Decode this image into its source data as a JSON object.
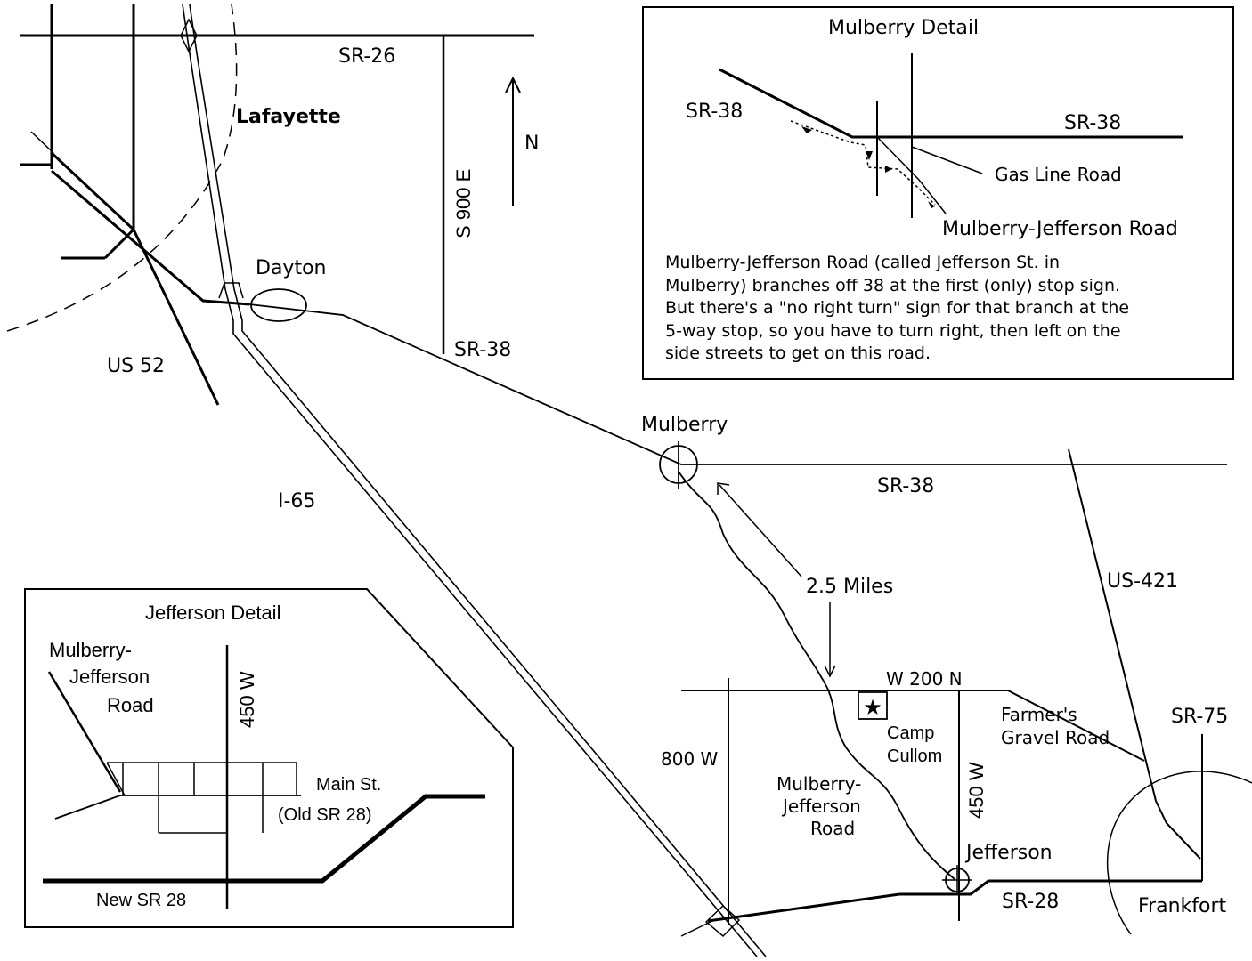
{
  "map": {
    "north_label": "N",
    "roads": {
      "sr26": "SR-26",
      "s900e": "S 900 E",
      "sr38_west": "SR-38",
      "sr38_east": "SR-38",
      "us52": "US 52",
      "i65": "I-65",
      "us421": "US-421",
      "w200n": "W 200 N",
      "w800": "800 W",
      "w450": "450 W",
      "farmers_gravel": [
        "Farmer's",
        "Gravel Road"
      ],
      "mulberry_jefferson": [
        "Mulberry-",
        "Jefferson",
        "Road"
      ],
      "sr28": "SR-28",
      "sr75": "SR-75"
    },
    "places": {
      "lafayette": "Lafayette",
      "dayton": "Dayton",
      "mulberry": "Mulberry",
      "jefferson": "Jefferson",
      "frankfort": "Frankfort",
      "camp_cullom": [
        "Camp",
        "Cullom"
      ]
    },
    "distance_label": "2.5 Miles"
  },
  "mulberry_detail": {
    "title": "Mulberry Detail",
    "sr38_left": "SR-38",
    "sr38_right": "SR-38",
    "gas_line_road": "Gas Line Road",
    "mulberry_jefferson_road": "Mulberry-Jefferson Road",
    "note_lines": [
      "Mulberry-Jefferson Road (called Jefferson St. in",
      "Mulberry) branches off 38 at the first (only) stop sign.",
      "But there's a \"no right turn\" sign for that branch at the",
      "5-way stop, so you have to turn right, then left on the",
      "side streets to get on this road."
    ]
  },
  "jefferson_detail": {
    "title": "Jefferson Detail",
    "mulberry_jefferson_road": [
      "Mulberry-",
      "Jefferson",
      "Road"
    ],
    "w450": "450 W",
    "main_st": "Main St.",
    "old_sr28": "(Old SR 28)",
    "new_sr28": "New SR 28"
  }
}
